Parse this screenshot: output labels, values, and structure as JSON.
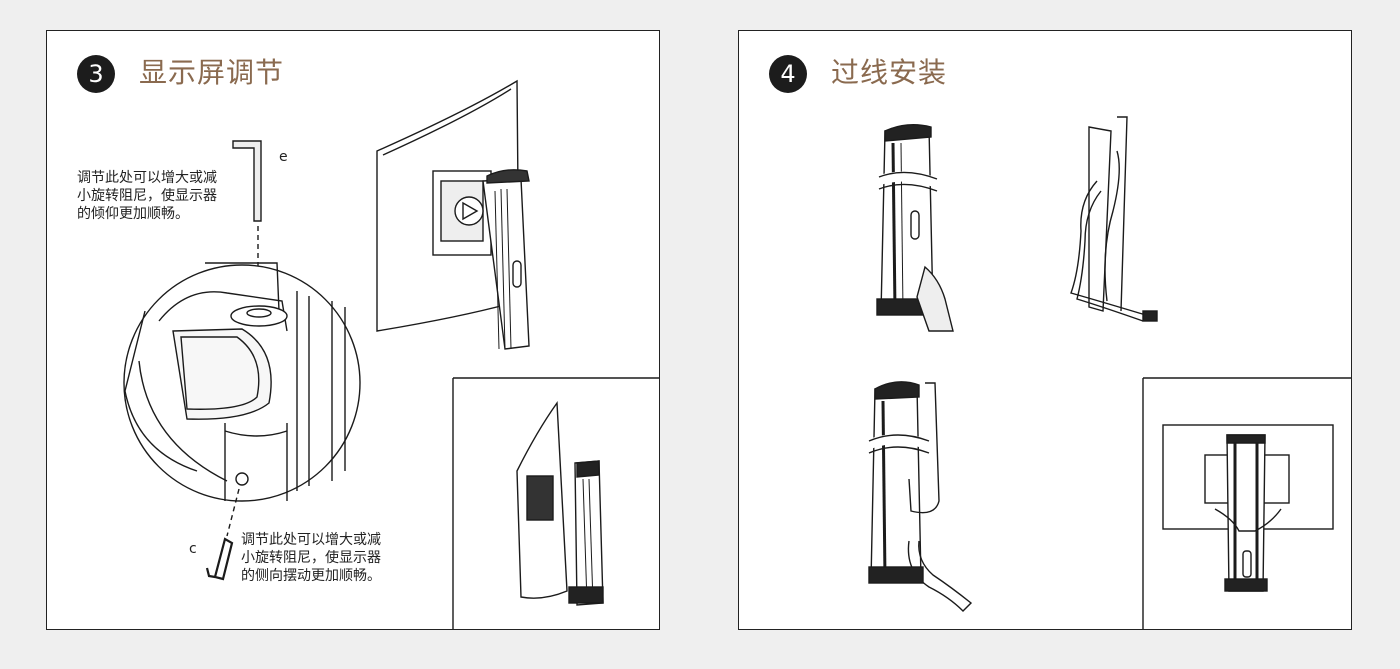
{
  "steps": [
    {
      "number": "3",
      "title": "显示屏调节",
      "note_tilt": "调节此处可以增大或减\n小旋转阻尼，使显示器\n的倾仰更加顺畅。",
      "note_swivel": "调节此处可以增大或减\n小旋转阻尼，使显示器\n的侧向摆动更加顺畅。",
      "callout_e": "e",
      "callout_c": "c"
    },
    {
      "number": "4",
      "title": "过线安装"
    }
  ]
}
